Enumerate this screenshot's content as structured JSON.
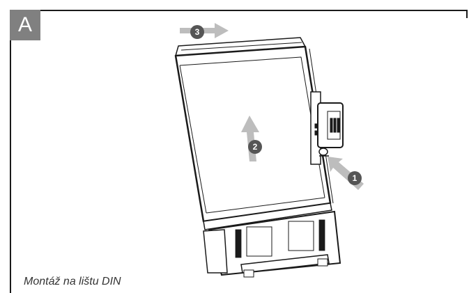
{
  "panel": {
    "label": "A",
    "caption": "Montáž na lištu DIN"
  },
  "steps": [
    {
      "number": "1"
    },
    {
      "number": "2"
    },
    {
      "number": "3"
    }
  ],
  "colors": {
    "badge": "#555555",
    "arrow": "#bdbdbd",
    "label_bg": "#808080",
    "line": "#1a1a1a"
  }
}
